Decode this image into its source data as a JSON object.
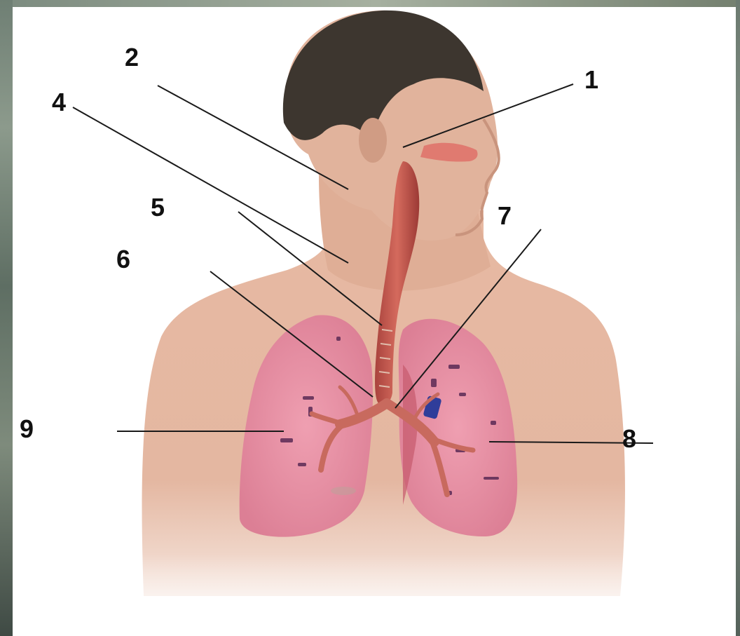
{
  "labels": [
    {
      "id": "1",
      "text": "1"
    },
    {
      "id": "2",
      "text": "2"
    },
    {
      "id": "4",
      "text": "4"
    },
    {
      "id": "5",
      "text": "5"
    },
    {
      "id": "6",
      "text": "6"
    },
    {
      "id": "7",
      "text": "7"
    },
    {
      "id": "8",
      "text": "8"
    },
    {
      "id": "9",
      "text": "9"
    }
  ],
  "colors": {
    "skin": "#e2b49c",
    "hair": "#3b342e",
    "lung": "#e79aab",
    "airway": "#c9574e",
    "leader_line": "#1a1a1a"
  }
}
